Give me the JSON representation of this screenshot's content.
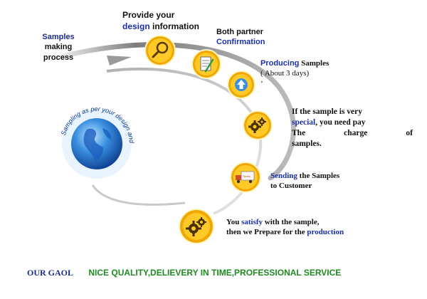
{
  "colors": {
    "accent_blue": "#1a2fa8",
    "highlight_blue": "#2433c9",
    "green": "#1f8a1f",
    "circle_gold": "#f2b300",
    "arc_gray": "#8a8a8a"
  },
  "intro": {
    "line1": "Samples",
    "line2": "making",
    "line3": "process"
  },
  "globe": {
    "ring_text": "Sampling as per your design and",
    "icon": "globe-icon"
  },
  "steps": [
    {
      "icon": "magnifier-icon",
      "line1": "Provide your",
      "line2_highlight": "design",
      "line2_rest": " information"
    },
    {
      "icon": "document-pen-icon",
      "line1": "Both partner",
      "line2": "Confirmation"
    },
    {
      "icon": "upload-arrow-icon",
      "line1_highlight": "Producing",
      "line1_rest": " Samples",
      "line2": "( About 3 days)",
      "mark": "’"
    },
    {
      "icon": "gears-icon",
      "line1": "If the sample is very",
      "line2_highlight": "special",
      "line2_rest": ", you need pay",
      "line3_a": "The",
      "line3_b": "charge",
      "line3_c": "of",
      "line4": "samples."
    },
    {
      "icon": "delivery-truck-icon",
      "truck_label": "Taobo",
      "line1_highlight": "Sending",
      "line1_rest": " the Samples",
      "line2": "to Customer"
    },
    {
      "icon": "gears-icon",
      "line1_a": "You ",
      "line1_highlight": "satisfy",
      "line1_rest": " with the sample,",
      "line2_a": "then we Prepare for the ",
      "line2_highlight": "production"
    }
  ],
  "footer": {
    "goal_label": "OUR GAOL",
    "slogan": "NICE QUALITY,DELIEVERY IN TIME,PROFESSIONAL SERVICE"
  }
}
